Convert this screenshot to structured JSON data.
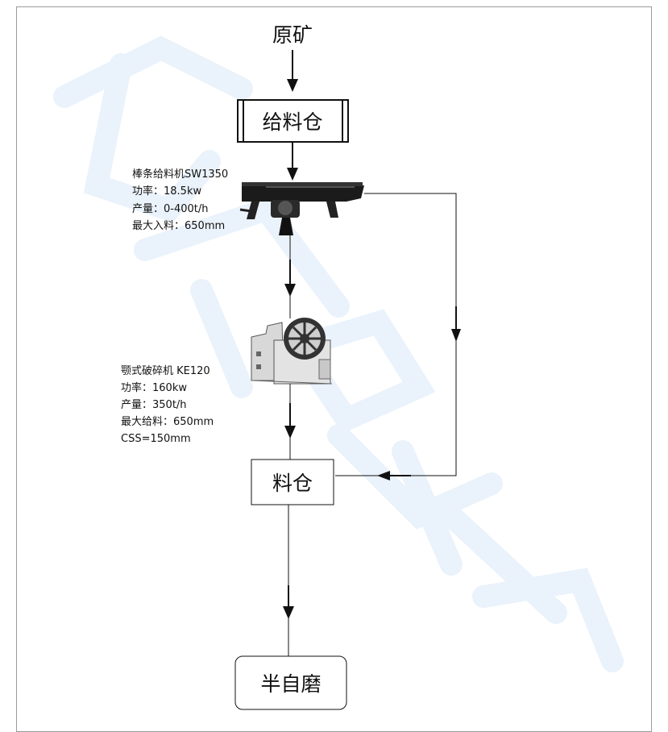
{
  "nodes": {
    "raw_ore": "原矿",
    "feed_bin": "给料仓",
    "bin": "料仓",
    "sag_mill": "半自磨"
  },
  "grizzly_feeder": {
    "lines": [
      "棒条给料机SW1350",
      "功率：18.5kw",
      "产量：0-400t/h",
      "最大入料：650mm"
    ]
  },
  "jaw_crusher": {
    "lines": [
      "颚式破碎机 KE120",
      "功率：160kw",
      "产量：350t/h",
      "最大给料：650mm",
      "CSS=150mm"
    ]
  },
  "colors": {
    "line": "#111111",
    "watermark": "#eaf2fb"
  }
}
